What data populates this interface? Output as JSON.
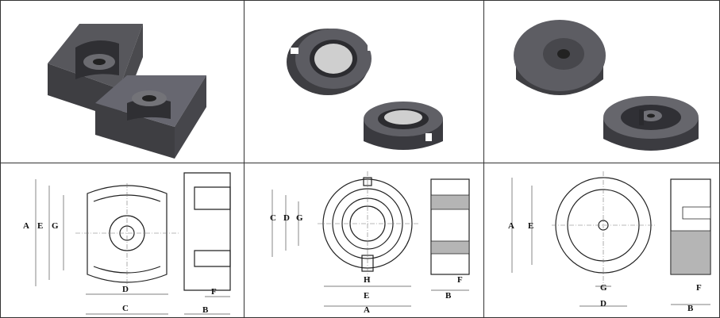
{
  "cells": [
    {
      "id": "pq-core",
      "labels": [
        "A",
        "E",
        "G",
        "D",
        "C",
        "F",
        "B"
      ]
    },
    {
      "id": "pot-core-a",
      "labels": [
        "C",
        "D",
        "G",
        "H",
        "E",
        "A",
        "B",
        "F"
      ]
    },
    {
      "id": "pot-core-b",
      "labels": [
        "A",
        "E",
        "G",
        "D",
        "F",
        "B"
      ]
    }
  ],
  "colors": {
    "core_dark": "#3e3e42",
    "core_mid": "#57575c",
    "core_light": "#737378",
    "hatch": "#888888",
    "border": "#333333"
  },
  "icons": [
    "pq-core-3d-icon",
    "pot-core-slotted-3d-icon",
    "pot-core-solid-3d-icon"
  ]
}
